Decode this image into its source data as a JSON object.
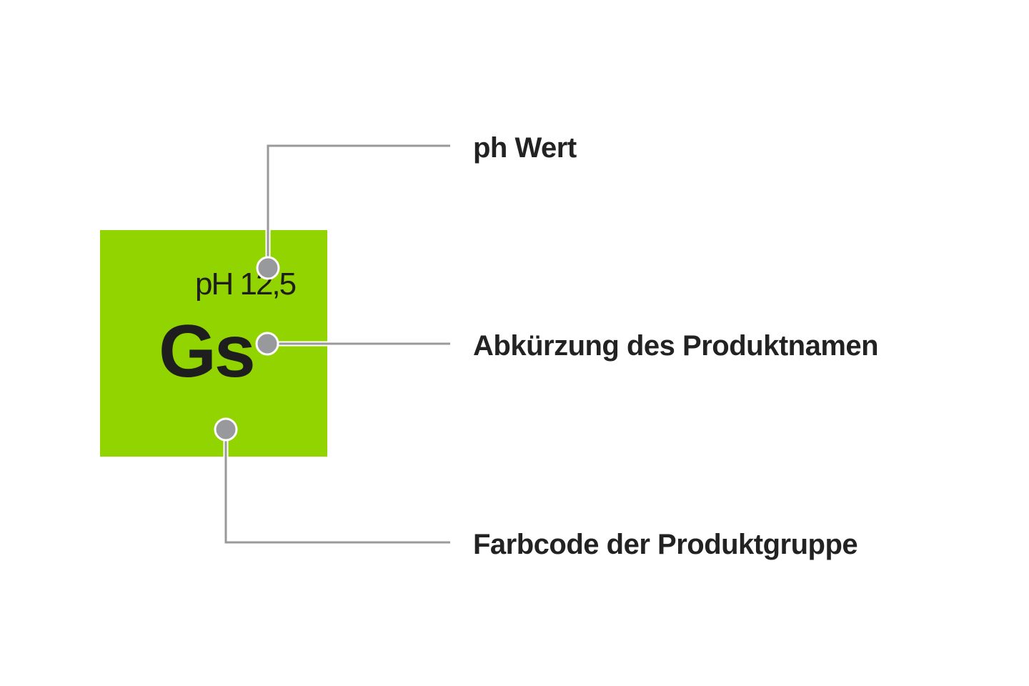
{
  "colors": {
    "product_group": "#92d400",
    "connector_line": "#999999",
    "connector_dot": "#97999c",
    "text": "#222222"
  },
  "tile": {
    "ph_value": "pH 12,5",
    "abbreviation": "Gs"
  },
  "labels": {
    "ph": "ph Wert",
    "abbreviation": "Abkürzung des Produktnamen",
    "color_code": "Farbcode der Produktgruppe"
  }
}
